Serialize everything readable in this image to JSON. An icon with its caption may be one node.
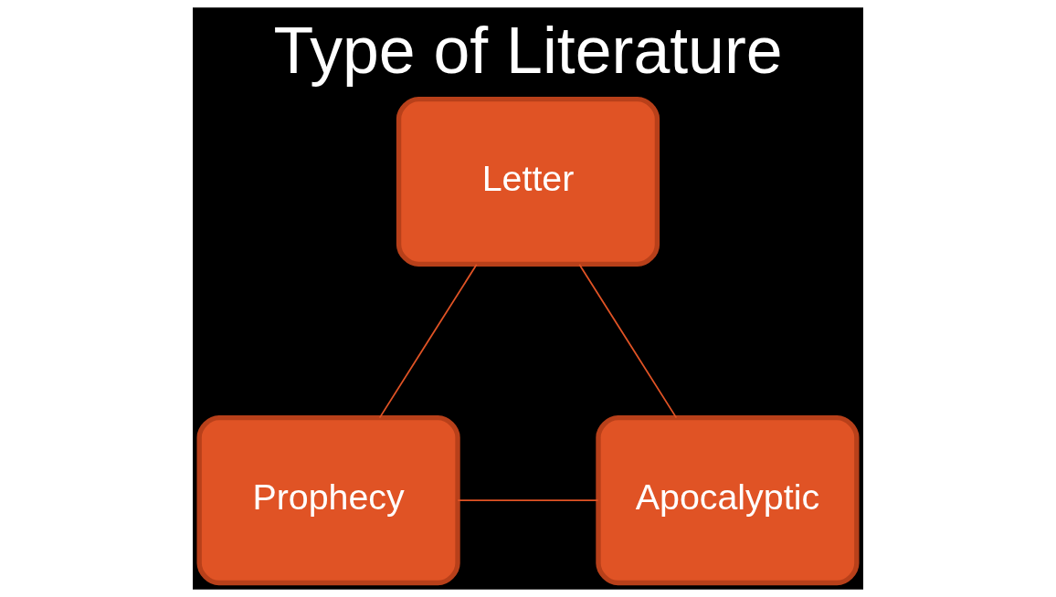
{
  "diagram": {
    "title": "Type of Literature",
    "nodes": [
      {
        "text": [
          "Letter"
        ]
      },
      {
        "text": [
          "Apocalyptic"
        ]
      },
      {
        "text": [
          "Prophecy"
        ]
      }
    ],
    "edges": [
      {
        "from": 0,
        "to": 2,
        "arrow": "none"
      },
      {
        "from": 2,
        "to": 1,
        "arrow": "none"
      },
      {
        "from": 1,
        "to": 0,
        "arrow": "none"
      }
    ]
  }
}
